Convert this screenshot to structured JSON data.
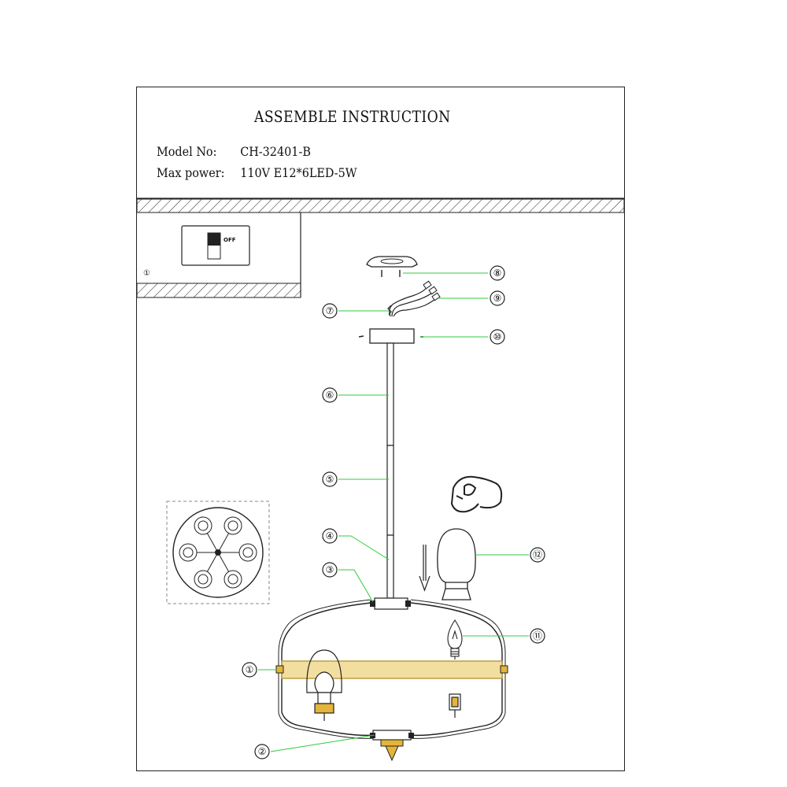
{
  "header": {
    "title": "ASSEMBLE INSTRUCTION",
    "model_key": "Model No:",
    "model_value": "CH-32401-B",
    "power_key": "Max power:",
    "power_value": "110V E12*6LED-5W"
  },
  "switch": {
    "label": "OFF",
    "step_marker": "①"
  },
  "callouts": [
    "①",
    "②",
    "③",
    "④",
    "⑤",
    "⑥",
    "⑦",
    "⑧",
    "⑨",
    "⑩",
    "⑪",
    "⑫"
  ],
  "colors": {
    "line": "#222222",
    "leader": "#2ecc40",
    "rod": "#f2dfa0",
    "rod_edge": "#b8973c",
    "brass": "#e3b53a"
  }
}
